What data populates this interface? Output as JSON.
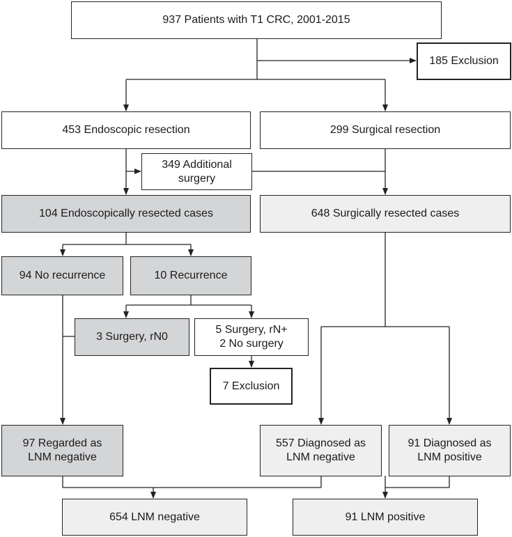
{
  "colors": {
    "dark": "#d4d5d7",
    "light": "#efefef",
    "line": "#222222"
  },
  "boxes": {
    "total": "937 Patients with T1 CRC, 2001-2015",
    "exclusion_185": "185 Exclusion",
    "endoscopic": "453 Endoscopic resection",
    "surgical": "299 Surgical resection",
    "additional_surgery": [
      "349 Additional",
      "surgery"
    ],
    "endo_cases": "104 Endoscopically resected cases",
    "surg_cases": "648 Surgically resected cases",
    "no_recurrence": "94 No recurrence",
    "recurrence": "10 Recurrence",
    "surgery_rn0": "3 Surgery, rN0",
    "surgery_rn_plus": [
      "5 Surgery, rN+",
      "2 No surgery"
    ],
    "exclusion_7": "7 Exclusion",
    "regarded_negative": [
      "97 Regarded as",
      "LNM negative"
    ],
    "diagnosed_negative": [
      "557 Diagnosed as",
      "LNM negative"
    ],
    "diagnosed_positive": [
      "91 Diagnosed as",
      "LNM positive"
    ],
    "lnm_negative": "654 LNM negative",
    "lnm_positive": "91 LNM positive"
  }
}
